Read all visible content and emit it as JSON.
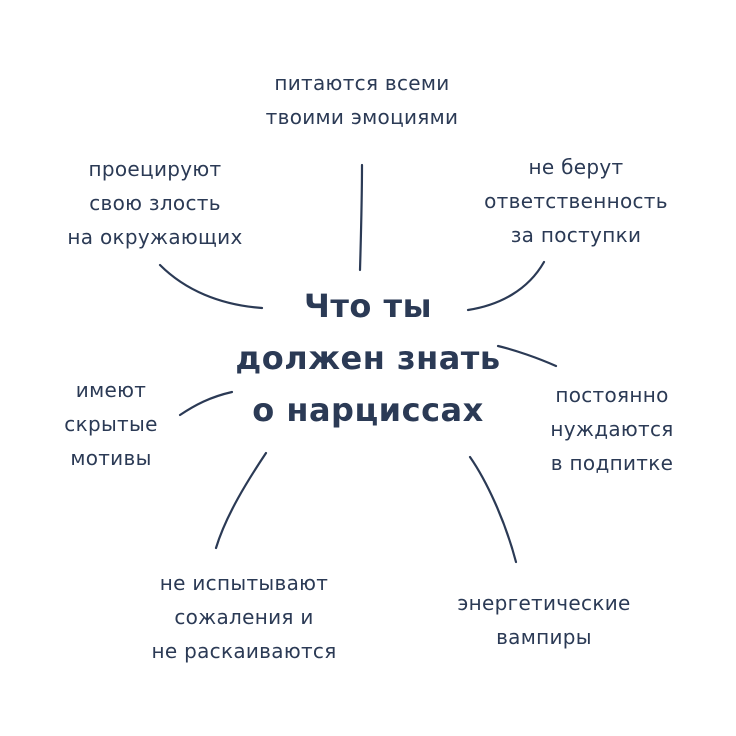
{
  "colors": {
    "ink": "#2b3a55",
    "background": "#ffffff"
  },
  "center": {
    "lines": [
      "Что ты",
      "должен знать",
      "о нарциссах"
    ]
  },
  "notes": {
    "top": [
      "питаются всеми",
      "твоими эмоциями"
    ],
    "top_left": [
      "проецируют",
      "свою злость",
      "на окружающих"
    ],
    "top_right": [
      "не берут",
      "ответственность",
      "за поступки"
    ],
    "left": [
      "имеют",
      "скрытые",
      "мотивы"
    ],
    "right": [
      "постоянно",
      "нуждаются",
      "в подпитке"
    ],
    "bottom_left": [
      "не испытывают",
      "сожаления и",
      "не раскаиваются"
    ],
    "bottom_right": [
      "энергетические",
      "вампиры"
    ]
  }
}
